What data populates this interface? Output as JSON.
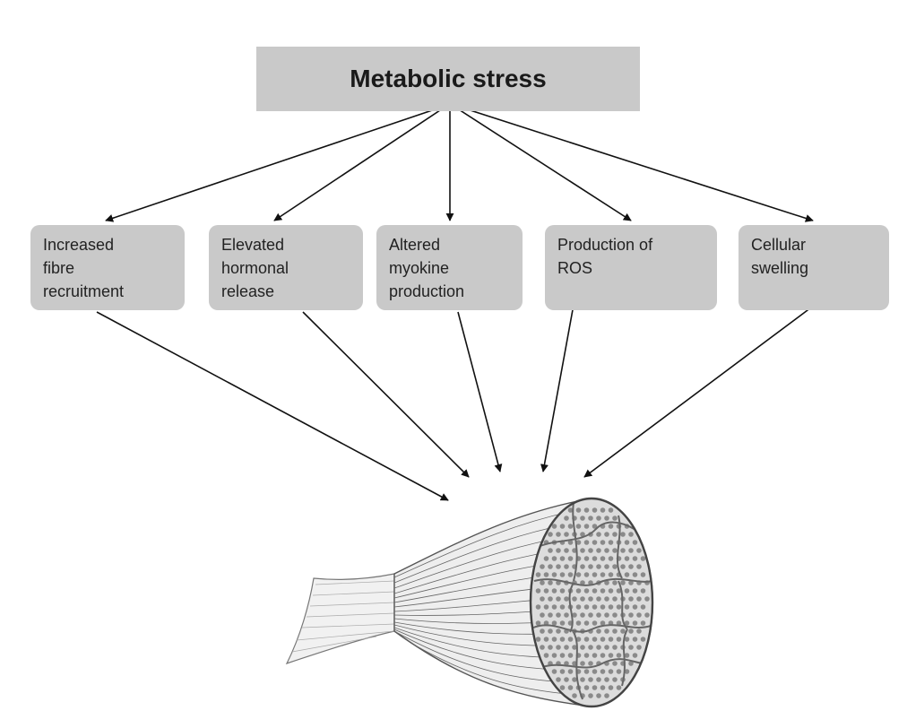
{
  "diagram": {
    "root": {
      "label": "Metabolic stress"
    },
    "nodes": [
      {
        "id": "fibre-recruitment",
        "label": "Increased\nfibre\nrecruitment"
      },
      {
        "id": "hormonal-release",
        "label": "Elevated\nhormonal\nrelease"
      },
      {
        "id": "myokine-production",
        "label": "Altered\nmyokine\nproduction"
      },
      {
        "id": "ros-production",
        "label": "Production of\nROS"
      },
      {
        "id": "cellular-swelling",
        "label": "Cellular\nswelling"
      }
    ],
    "target": {
      "icon": "muscle-fibre-bundle-icon"
    },
    "colors": {
      "box_fill": "#c9c9c9",
      "arrow": "#111111",
      "muscle_outline": "#555555"
    }
  }
}
